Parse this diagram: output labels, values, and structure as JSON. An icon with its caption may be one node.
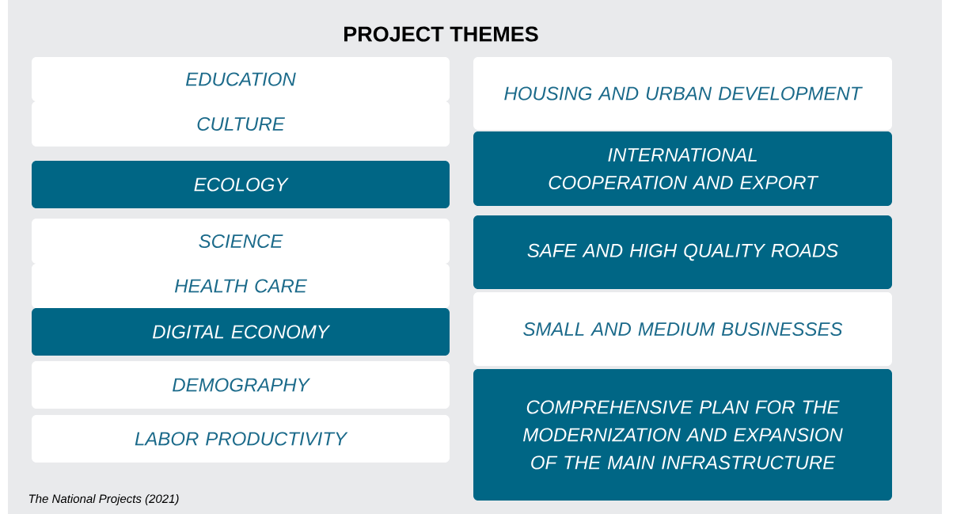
{
  "diagram": {
    "title": "PROJECT THEMES",
    "caption": "The National Projects (2021)",
    "nodes": [
      {
        "text": [
          "EDUCATION"
        ]
      },
      {
        "text": [
          "CULTURE"
        ]
      },
      {
        "text": [
          "ECOLOGY"
        ]
      },
      {
        "text": [
          "SCIENCE"
        ]
      },
      {
        "text": [
          "HEALTH CARE"
        ]
      },
      {
        "text": [
          "DIGITAL ECONOMY"
        ]
      },
      {
        "text": [
          "DEMOGRAPHY"
        ]
      },
      {
        "text": [
          "LABOR PRODUCTIVITY"
        ]
      },
      {
        "text": [
          "HOUSING AND URBAN DEVELOPMENT"
        ]
      },
      {
        "text": [
          "INTERNATIONAL COOPERATION AND EXPORT"
        ]
      },
      {
        "text": [
          "SAFE AND HIGH QUALITY ROADS"
        ]
      },
      {
        "text": [
          "SMALL AND MEDIUM BUSINESSES"
        ]
      },
      {
        "text": [
          "COMPREHENSIVE PLAN FOR THE MODERNIZATION AND EXPANSION OF THE MAIN INFRASTRUCTURE"
        ]
      }
    ]
  }
}
